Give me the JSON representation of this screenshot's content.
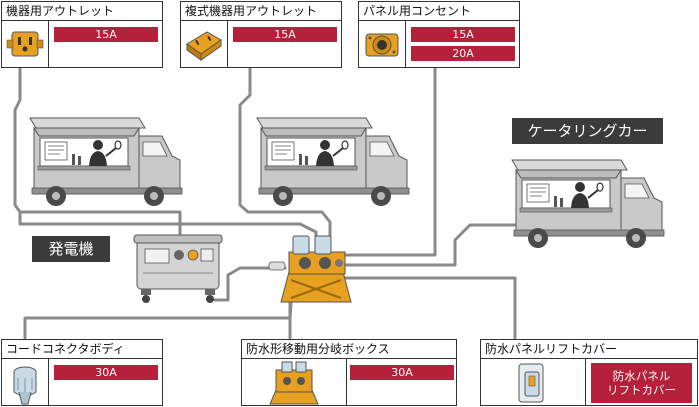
{
  "boxes": {
    "outlet": {
      "title": "機器用アウトレット",
      "ratings": [
        "15A"
      ]
    },
    "duplex": {
      "title": "複式機器用アウトレット",
      "ratings": [
        "15A"
      ]
    },
    "panel": {
      "title": "パネル用コンセント",
      "ratings": [
        "15A",
        "20A"
      ]
    },
    "cord": {
      "title": "コードコネクタボディ",
      "ratings": [
        "30A"
      ]
    },
    "waterproof_box": {
      "title": "防水形移動用分岐ボックス",
      "ratings": [
        "30A"
      ]
    },
    "cover": {
      "title": "防水パネルリフトカバー",
      "tag_lines": [
        "防水パネル",
        "リフトカバー"
      ]
    }
  },
  "labels": {
    "generator": "発電機",
    "catering": "ケータリングカー"
  },
  "colors": {
    "accent": "#b5213a",
    "label_bg": "#3b3b3b",
    "device_orange": "#e8a020",
    "wire": "#888888"
  }
}
